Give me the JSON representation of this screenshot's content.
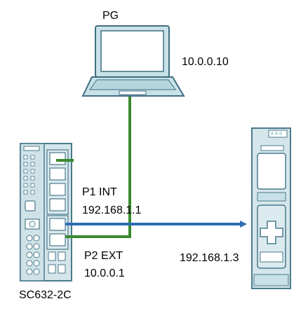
{
  "nodes": {
    "pg": {
      "name": "PG",
      "ip": "10.0.0.10"
    },
    "switch": {
      "name": "SC632-2C",
      "port1": {
        "label": "P1 INT",
        "ip": "192.168.1.1"
      },
      "port2": {
        "label": "P2 EXT",
        "ip": "10.0.0.1"
      }
    },
    "plc": {
      "ip": "192.168.1.3"
    }
  },
  "colors": {
    "green_link": "#3a8a2e",
    "blue_link": "#2f6db5",
    "device_fill": "#d5e6ea",
    "device_stroke": "#4a7a8c",
    "laptop_fill": "#c8e1e8",
    "laptop_stroke": "#3f6f80"
  },
  "icons": [
    "laptop-icon",
    "security-appliance-icon",
    "plc-icon"
  ]
}
